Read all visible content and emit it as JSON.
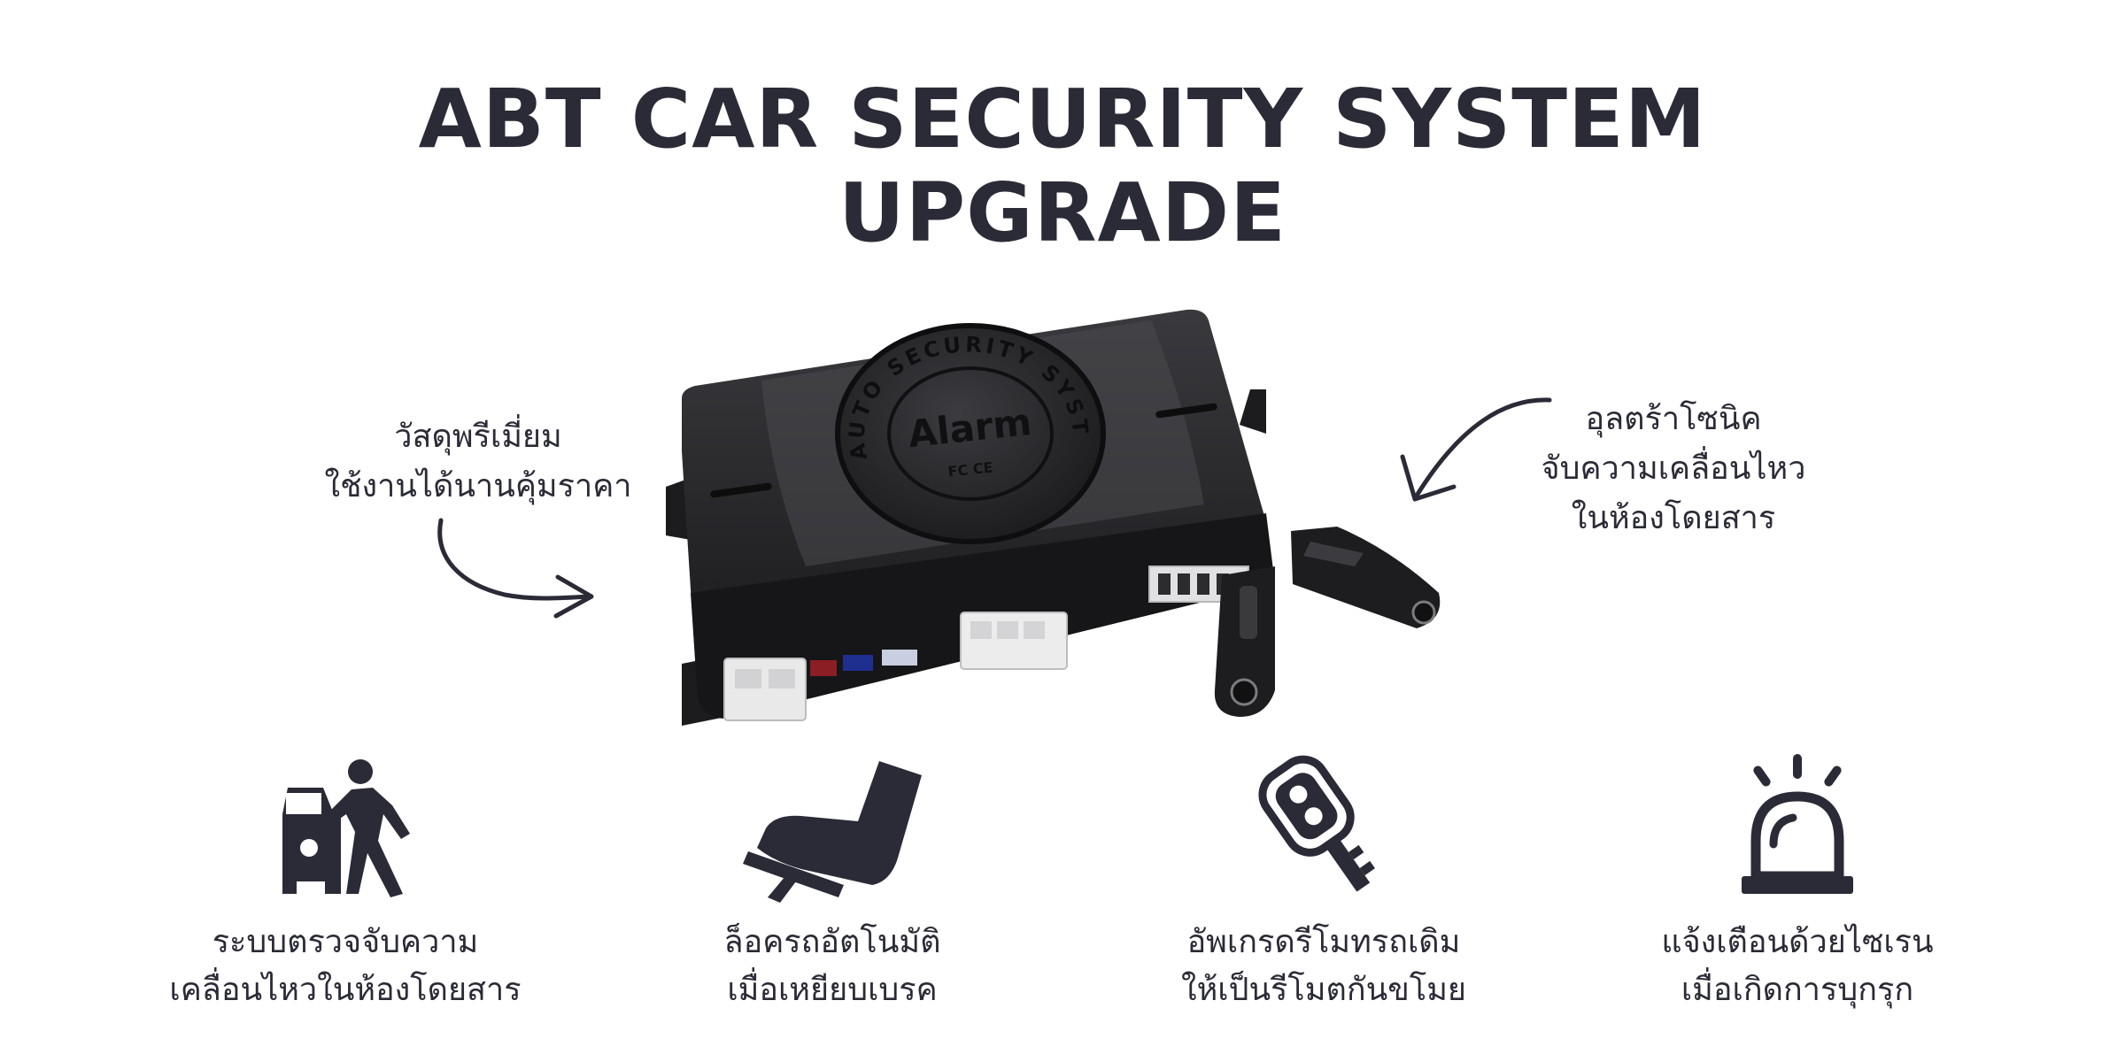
{
  "title": {
    "line1": "ABT CAR SECURITY SYSTEM",
    "line2": "UPGRADE"
  },
  "callouts": {
    "left": {
      "line1": "วัสดุพรีเมี่ยม",
      "line2": "ใช้งานได้นานคุ้มราคา"
    },
    "right": {
      "line1": "อุลตร้าโซนิค",
      "line2": "จับความเคลื่อนไหว",
      "line3": "ในห้องโดยสาร"
    }
  },
  "product": {
    "badge_main": "Alarm",
    "badge_ring": "AUTO SECURITY SYSTEM",
    "badge_marks": "FC CE",
    "icon": "car-alarm-control-box"
  },
  "features": [
    {
      "icon": "car-intrusion-icon",
      "line1": "ระบบตรวจจับความ",
      "line2": "เคลื่อนไหวในห้องโดยสาร"
    },
    {
      "icon": "brake-pedal-icon",
      "line1": "ล็อครถอัตโนมัติ",
      "line2": "เมื่อเหยียบเบรค"
    },
    {
      "icon": "car-key-remote-icon",
      "line1": "อัพเกรดรีโมทรถเดิม",
      "line2": "ให้เป็นรีโมตกันขโมย"
    },
    {
      "icon": "siren-icon",
      "line1": "แจ้งเตือนด้วยไซเรน",
      "line2": "เมื่อเกิดการบุกรุก"
    }
  ],
  "colors": {
    "text": "#2a2b36",
    "background": "#ffffff",
    "device": "#1c1c1e"
  }
}
